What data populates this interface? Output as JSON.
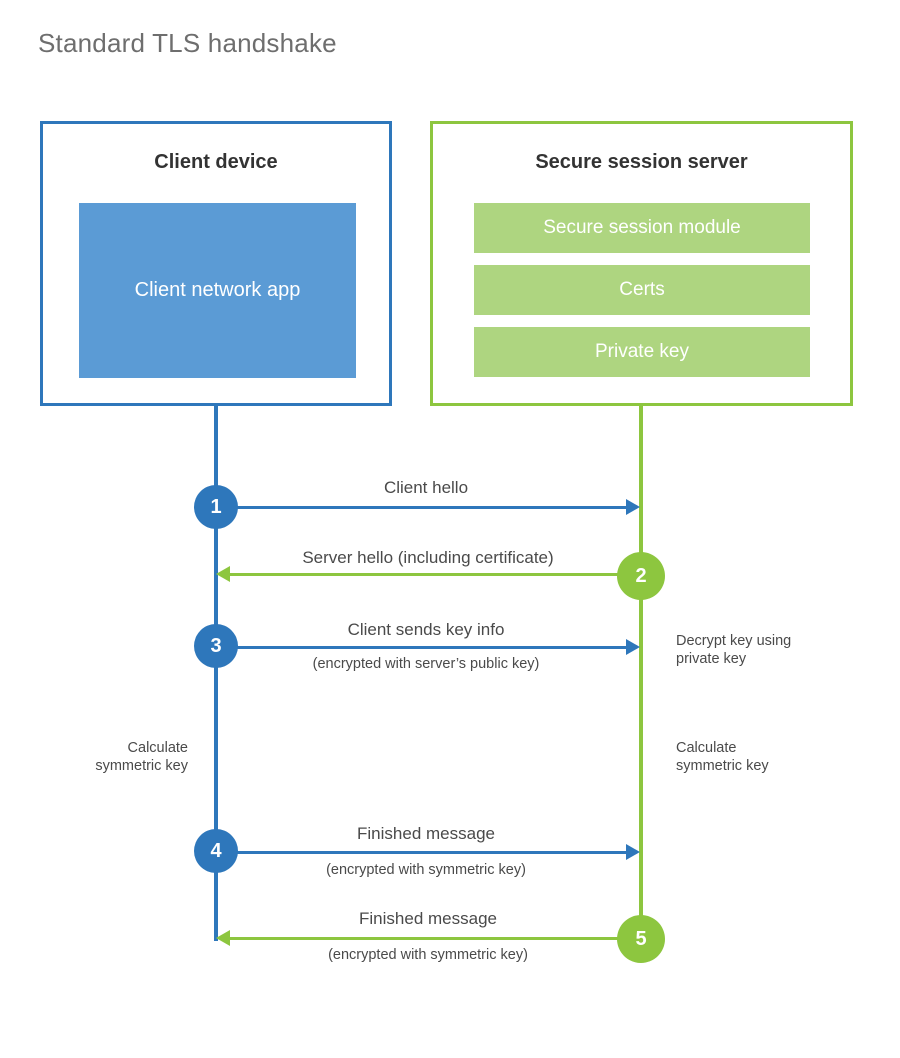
{
  "page": {
    "title": "Standard TLS handshake"
  },
  "colors": {
    "client_blue": "#2e77bb",
    "client_app_fill": "#5b9bd5",
    "server_green": "#8dc63f",
    "server_module_fill": "#aed580",
    "title_gray": "#6e6e6e",
    "text_gray": "#4a4a4a",
    "background": "#ffffff"
  },
  "client": {
    "title": "Client device",
    "app_label": "Client network app"
  },
  "server": {
    "title": "Secure session server",
    "modules": [
      {
        "label": "Secure session module"
      },
      {
        "label": "Certs"
      },
      {
        "label": "Private key"
      }
    ]
  },
  "steps": [
    {
      "number": "1",
      "label": "Client hello",
      "sublabel": "",
      "direction": "client-to-server",
      "color": "#2e77bb"
    },
    {
      "number": "2",
      "label": "Server hello (including certificate)",
      "sublabel": "",
      "direction": "server-to-client",
      "color": "#8dc63f"
    },
    {
      "number": "3",
      "label": "Client sends key info",
      "sublabel": "(encrypted with server’s public key)",
      "direction": "client-to-server",
      "color": "#2e77bb"
    },
    {
      "number": "4",
      "label": "Finished message",
      "sublabel": "(encrypted with symmetric key)",
      "direction": "client-to-server",
      "color": "#2e77bb"
    },
    {
      "number": "5",
      "label": "Finished message",
      "sublabel": "(encrypted with symmetric key)",
      "direction": "server-to-client",
      "color": "#8dc63f"
    }
  ],
  "notes": {
    "decrypt_key": "Decrypt key using\nprivate key",
    "client_calculate": "Calculate\nsymmetric key",
    "server_calculate": "Calculate\nsymmetric key"
  }
}
